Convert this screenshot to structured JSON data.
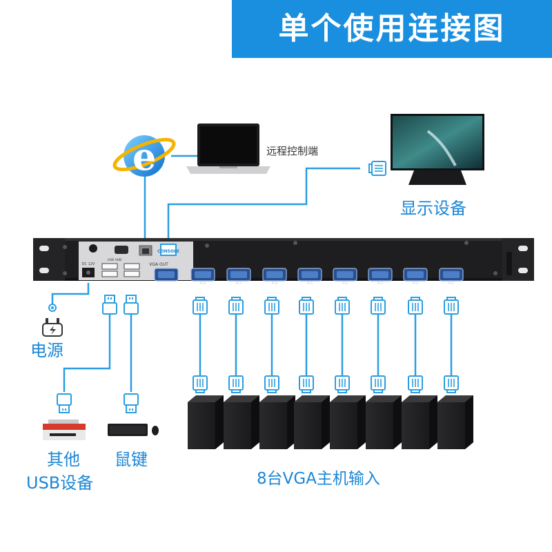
{
  "header": {
    "title": "单个使用连接图"
  },
  "labels": {
    "remote_control": "远程控制端",
    "display_device": "显示设备",
    "power": "电源",
    "other_usb_line1": "其他",
    "other_usb_line2": "USB设备",
    "keyboard_mouse": "鼠键",
    "host_input": "8台VGA主机输入"
  },
  "panel": {
    "vga_out": "VGA OUT",
    "console": "CONSOLE",
    "dc": "DC 12V",
    "usb_hub": "USB HUB",
    "ports": [
      "PC8",
      "PC7",
      "PC6",
      "PC5",
      "PC4",
      "PC3",
      "PC2",
      "PC1"
    ]
  },
  "colors": {
    "banner": "#1a8fe0",
    "cable": "#2a9de0",
    "device": "#1e1e20"
  }
}
